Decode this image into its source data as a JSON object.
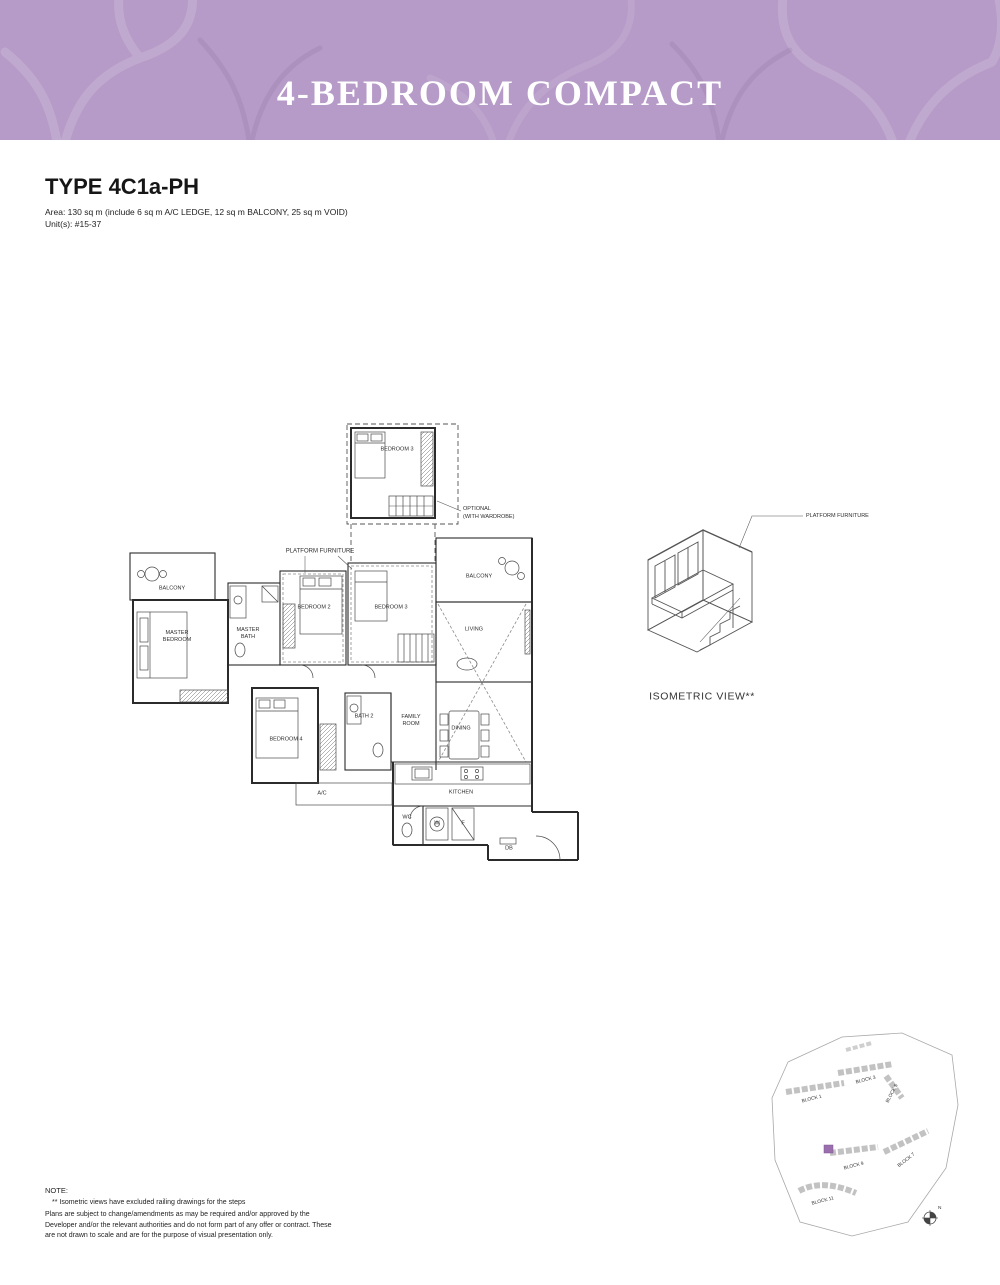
{
  "header": {
    "title": "4-BEDROOM COMPACT"
  },
  "unit_info": {
    "type": "TYPE 4C1a-PH",
    "area": "Area: 130 sq m (include 6 sq m A/C LEDGE, 12 sq m BALCONY, 25 sq m VOID)",
    "units": "Unit(s): #15-37"
  },
  "floorplan": {
    "annotations": {
      "platform_furniture": "PLATFORM FURNITURE",
      "optional_line1": "OPTIONAL",
      "optional_line2": "(WITH WARDROBE)"
    },
    "rooms": {
      "bedroom3_optional": "BEDROOM 3",
      "balcony_left": "BALCONY",
      "master_bedroom": "MASTER BEDROOM",
      "master_bath": "MASTER BATH",
      "bedroom_2": "BEDROOM 2",
      "bedroom_3": "BEDROOM 3",
      "balcony_right": "BALCONY",
      "living": "LIVING",
      "bedroom_4": "BEDROOM 4",
      "bath_2": "BATH 2",
      "family_room": "FAMILY ROOM",
      "dining": "DINING",
      "ac_ledge": "A/C",
      "kitchen": "KITCHEN",
      "wc": "WC",
      "washer": "W",
      "fridge": "F",
      "db": "DB"
    }
  },
  "isometric": {
    "caption": "ISOMETRIC VIEW**",
    "platform_label": "PLATFORM FURNITURE"
  },
  "siteplan": {
    "blocks": [
      "BLOCK 1",
      "BLOCK 3",
      "BLOCK 5",
      "BLOCK 7",
      "BLOCK 9",
      "BLOCK 11"
    ],
    "compass_label": "N"
  },
  "notes": {
    "heading": "NOTE:",
    "isometric_note": "** Isometric views have excluded railing drawings for the steps",
    "disclaimer": "Plans are subject to change/amendments as may be required and/or approved by the Developer and/or the relevant authorities and do not form part of any offer or contract. These are not drawn to scale and are for the purpose of visual presentation only."
  },
  "colors": {
    "header_bg": "#b69ac7",
    "unit_highlight": "#9b6fae"
  }
}
